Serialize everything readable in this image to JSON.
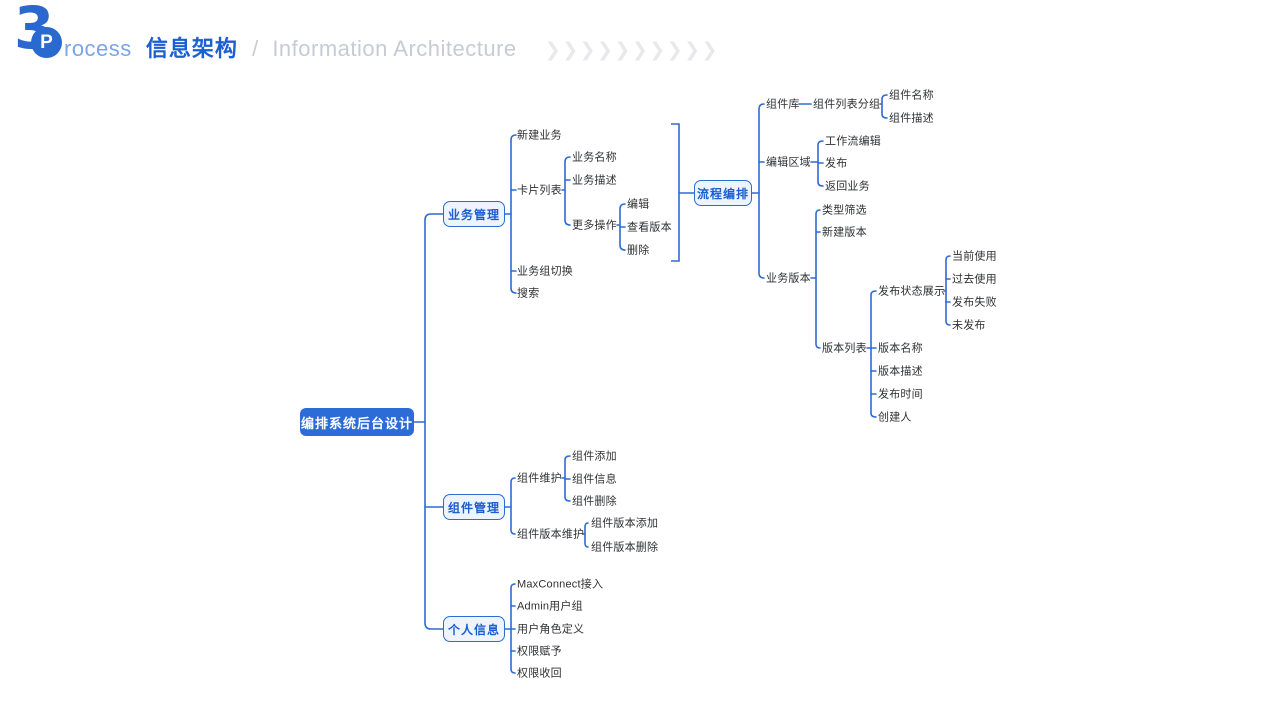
{
  "colors": {
    "line": "#2e6bd3",
    "pill_fill": "#eef4fd",
    "pill_text": "#1c5ed1",
    "root_fill": "#2d6cd6",
    "leaf_text": "#2e3033",
    "process_blue": "#7ca4e8",
    "title_zh_color": "#1b5fd1",
    "gray_text": "#c6cbd4",
    "chevron": "#e7e9ed"
  },
  "header": {
    "number": "3",
    "p_letter": "P",
    "process_rest": "rocess",
    "title_zh": "信息架构",
    "slash": "/",
    "title_en": "Information Architecture",
    "chevrons": "❯❯❯❯❯❯❯❯❯❯"
  },
  "map": {
    "root": "编排系统后台设计",
    "business": {
      "label": "业务管理",
      "new_business": "新建业务",
      "card_list": {
        "label": "卡片列表",
        "business_name": "业务名称",
        "business_desc": "业务描述",
        "more_actions": {
          "label": "更多操作",
          "edit": "编辑",
          "view_versions": "查看版本",
          "delete": "删除"
        }
      },
      "group_switch": "业务组切换",
      "search": "搜索"
    },
    "flow": {
      "label": "流程编排",
      "component_lib": {
        "label": "组件库",
        "list_group": {
          "label": "组件列表分组",
          "comp_name": "组件名称",
          "comp_desc": "组件描述"
        }
      },
      "edit_area": {
        "label": "编辑区域",
        "workflow_edit": "工作流编辑",
        "publish": "发布",
        "back": "返回业务"
      },
      "biz_version": {
        "label": "业务版本",
        "type_filter": "类型筛选",
        "new_version": "新建版本",
        "version_list": {
          "label": "版本列表",
          "publish_status": {
            "label": "发布状态展示",
            "current": "当前使用",
            "past": "过去使用",
            "failed": "发布失败",
            "unpublished": "未发布"
          },
          "version_name": "版本名称",
          "version_desc": "版本描述",
          "publish_time": "发布时间",
          "creator": "创建人"
        }
      }
    },
    "component": {
      "label": "组件管理",
      "maintain": {
        "label": "组件维护",
        "add": "组件添加",
        "info": "组件信息",
        "remove": "组件删除"
      },
      "version_maintain": {
        "label": "组件版本维护",
        "add": "组件版本添加",
        "remove": "组件版本删除"
      }
    },
    "personal": {
      "label": "个人信息",
      "maxconnect": "MaxConnect接入",
      "admin_group": "Admin用户组",
      "user_role": "用户角色定义",
      "grant": "权限赋予",
      "revoke": "权限收回"
    }
  }
}
